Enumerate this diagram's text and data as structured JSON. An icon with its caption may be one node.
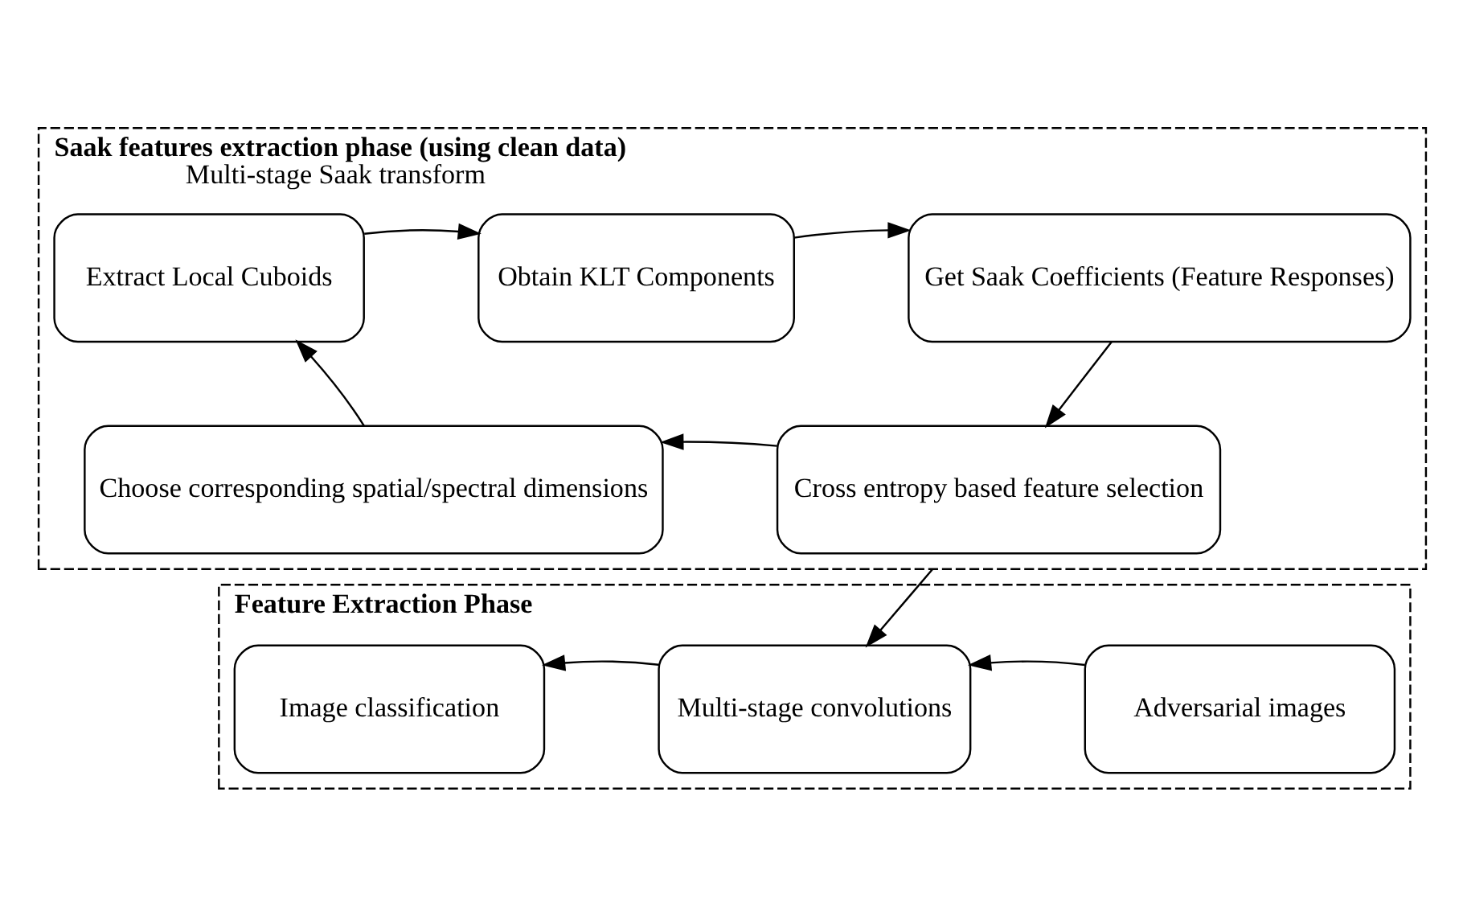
{
  "diagram": {
    "nodes": [
      {
        "text": [
          "Saak features extraction phase (using clean data)",
          "Multi-stage Saak transform"
        ]
      },
      {
        "text": [
          "Extract Local Cuboids"
        ],
        "in": 0
      },
      {
        "text": [
          "Obtain KLT Components"
        ],
        "in": 0
      },
      {
        "text": [
          "Get Saak Coefficients (Feature Responses)"
        ],
        "in": 0
      },
      {
        "text": [
          "Cross entropy based feature selection"
        ],
        "in": 0
      },
      {
        "text": [
          "Choose corresponding spatial/spectral dimensions"
        ],
        "in": 0
      },
      {
        "text": [
          "Feature Extraction Phase"
        ]
      },
      {
        "text": [
          "Image classification"
        ],
        "in": 6
      },
      {
        "text": [
          "Multi-stage convolutions"
        ],
        "in": 6
      },
      {
        "text": [
          "Adversarial images"
        ],
        "in": 6
      }
    ],
    "edges": [
      {
        "from": 1,
        "to": 2,
        "arrow": "to"
      },
      {
        "from": 2,
        "to": 3,
        "arrow": "to"
      },
      {
        "from": 3,
        "to": 4,
        "arrow": "to"
      },
      {
        "from": 4,
        "to": 5,
        "arrow": "to"
      },
      {
        "from": 5,
        "to": 1,
        "arrow": "to"
      },
      {
        "from": 0,
        "to": 8,
        "arrow": "to"
      },
      {
        "from": 9,
        "to": 8,
        "arrow": "to"
      },
      {
        "from": 8,
        "to": 7,
        "arrow": "to"
      }
    ]
  }
}
